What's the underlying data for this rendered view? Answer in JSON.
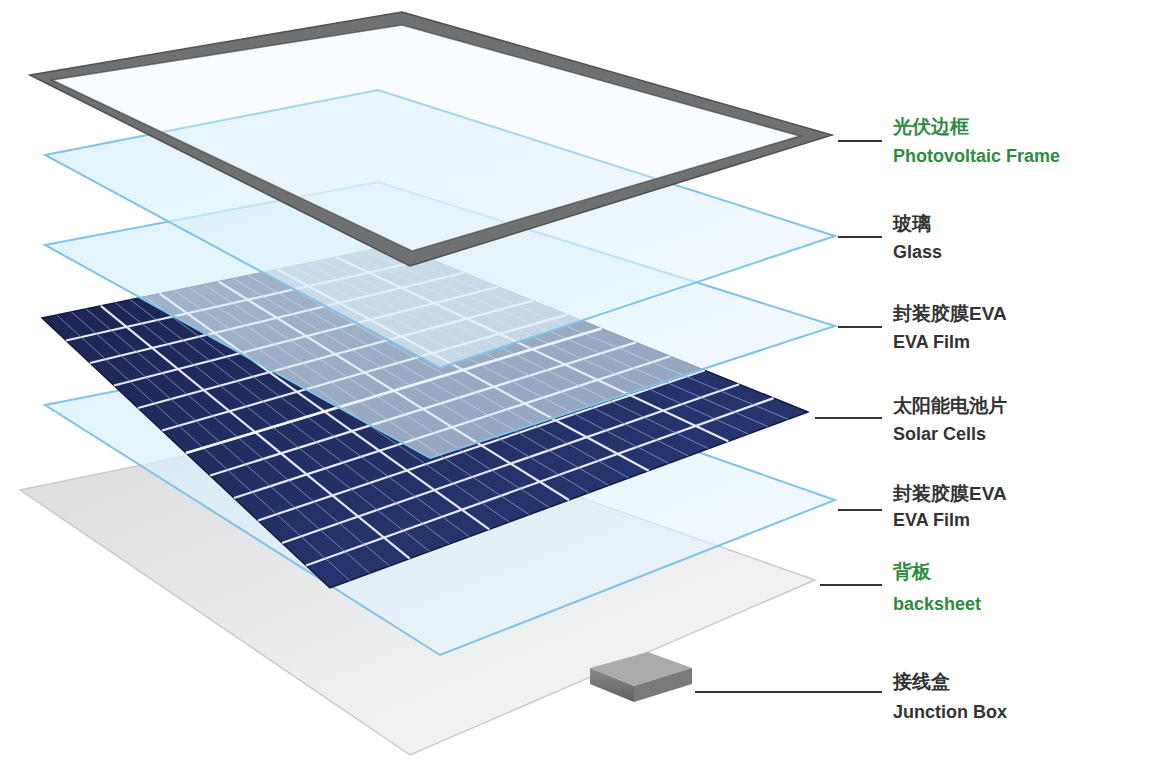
{
  "diagram": {
    "labels": [
      "光伏边框",
      "Photovoltaic Frame",
      "玻璃",
      "Glass",
      "封装胶膜EVA",
      "EVA Film",
      "太阳能电池片",
      "Solar Cells",
      "封装胶膜EVA",
      "EVA Film",
      "背板",
      "backsheet",
      "接线盒",
      "Junction Box"
    ]
  }
}
